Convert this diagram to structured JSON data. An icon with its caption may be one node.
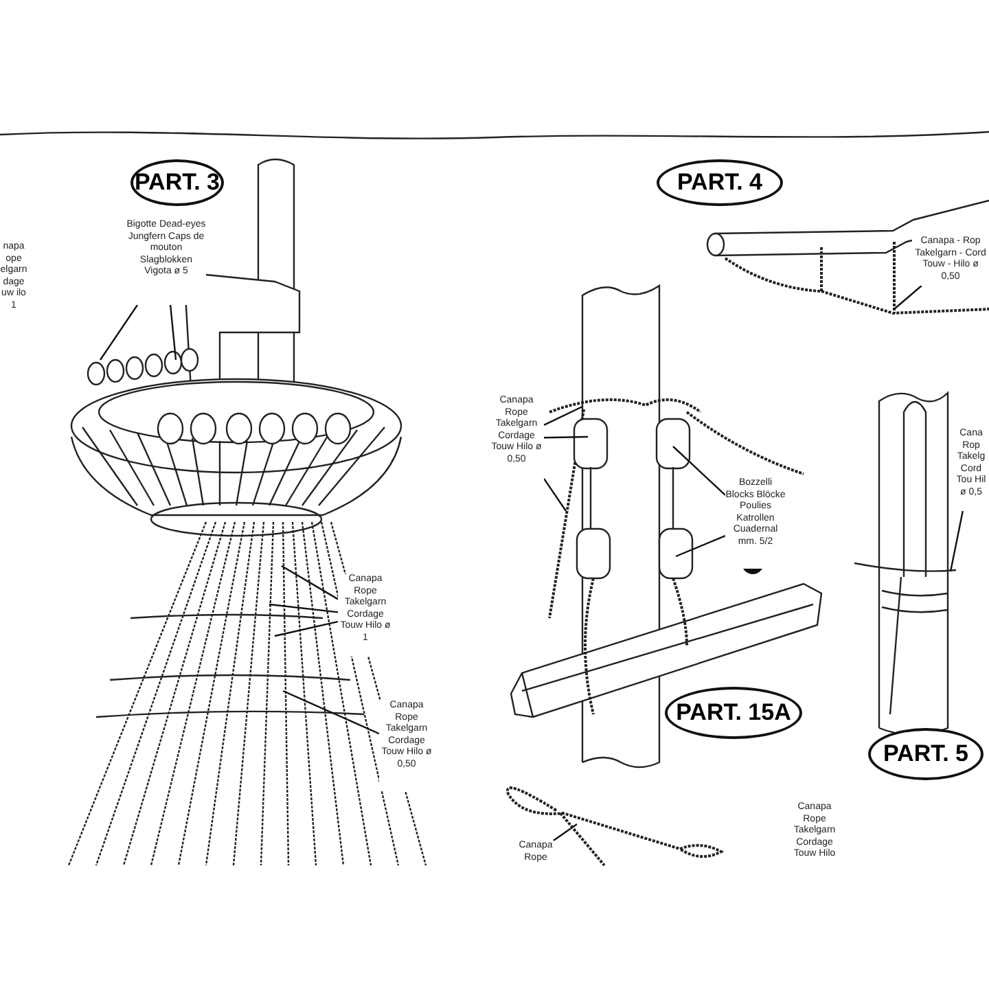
{
  "diagram": {
    "nodes": [
      {
        "text": [
          "PART. 3"
        ]
      },
      {
        "text": [
          "Bigotte Dead-eyes Jungfern Caps de mouton Slagblokken Vigota ø 5"
        ]
      },
      {
        "text": [
          "Canapa Rope Takelgarn Cordage Touw Hilo ø 1"
        ]
      },
      {
        "text": [
          "Canapa Rope Takelgarn Cordage Touw Hilo ø 0,50"
        ]
      },
      {
        "text": [
          "PART. 4"
        ]
      },
      {
        "text": [
          "Canapa - Rop Takelgarn - Cord Touw - Hilo ø 0,50"
        ]
      },
      {
        "text": [
          "Canapa Rope Takelgarn Cordage Touw Hilo ø 0,50"
        ]
      },
      {
        "text": [
          "Bozzelli Blocks Blöcke Poulies Katrollen Cuadernal mm. 5/2"
        ]
      },
      {
        "text": [
          "PART. 15A"
        ]
      },
      {
        "text": [
          "Cana Rop Takelg Cord Tou Hil ø 0,5"
        ]
      },
      {
        "text": [
          "PART. 5"
        ]
      },
      {
        "text": [
          "Canapa Rope"
        ]
      }
    ],
    "edges": [
      {
        "from": 1,
        "to": null,
        "arrow": "none"
      },
      {
        "from": 1,
        "to": null,
        "arrow": "none"
      },
      {
        "from": 2,
        "to": null,
        "arrow": "none"
      },
      {
        "from": 2,
        "to": null,
        "arrow": "none"
      },
      {
        "from": 2,
        "to": null,
        "arrow": "none"
      },
      {
        "from": 3,
        "to": null,
        "arrow": "none"
      },
      {
        "from": 5,
        "to": null,
        "arrow": "none"
      },
      {
        "from": 6,
        "to": null,
        "arrow": "none"
      },
      {
        "from": 6,
        "to": null,
        "arrow": "none"
      },
      {
        "from": 6,
        "to": null,
        "arrow": "none"
      },
      {
        "from": 7,
        "to": null,
        "arrow": "none"
      },
      {
        "from": 7,
        "to": null,
        "arrow": "none"
      },
      {
        "from": 9,
        "to": null,
        "arrow": "none"
      },
      {
        "from": 11,
        "to": null,
        "arrow": "none"
      }
    ],
    "labels": [
      "napa ope elgarn dage uw ilo 1",
      "Canapa Rope Takelgarn Cordage Touw Hilo"
    ]
  }
}
